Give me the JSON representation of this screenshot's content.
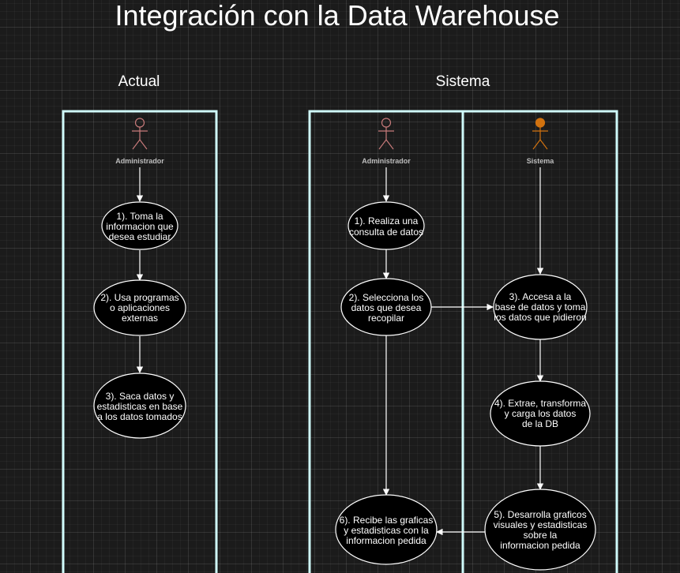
{
  "title": "Integración con la Data Warehouse",
  "lanes": [
    {
      "label": "Actual"
    },
    {
      "label": "Sistema"
    }
  ],
  "actors": [
    {
      "label": "Administrador",
      "color": "#c77a7a"
    },
    {
      "label": "Administrador",
      "color": "#c77a7a"
    },
    {
      "label": "Sistema",
      "color": "#d1720f"
    }
  ],
  "nodes": [
    {
      "lines": [
        "1). Toma la",
        "informacion que",
        "desea estudiar"
      ]
    },
    {
      "lines": [
        "2). Usa programas",
        "o aplicaciones",
        "externas"
      ]
    },
    {
      "lines": [
        "3). Saca datos y",
        "estadisticas en base",
        "a los datos tomados"
      ]
    },
    {
      "lines": [
        "1). Realiza una",
        "consulta de datos"
      ]
    },
    {
      "lines": [
        "2). Selecciona los",
        "datos que desea",
        "recopilar"
      ]
    },
    {
      "lines": [
        "3). Accesa a la",
        "base de datos y toma",
        "los datos que pidieron"
      ]
    },
    {
      "lines": [
        "4). Extrae, transforma",
        "y carga los datos",
        "de la DB"
      ]
    },
    {
      "lines": [
        "5). Desarrolla graficos",
        "visuales y estadisticas",
        "sobre la",
        "informacion pedida"
      ]
    },
    {
      "lines": [
        "6). Recibe las graficas",
        "y estadisticas con la",
        "informacion pedida"
      ]
    }
  ],
  "colors": {
    "lane_border": "#cffafa",
    "node_fill": "#000000",
    "node_stroke": "#ffffff",
    "actor_admin": "#c77a7a",
    "actor_system": "#d1720f"
  }
}
